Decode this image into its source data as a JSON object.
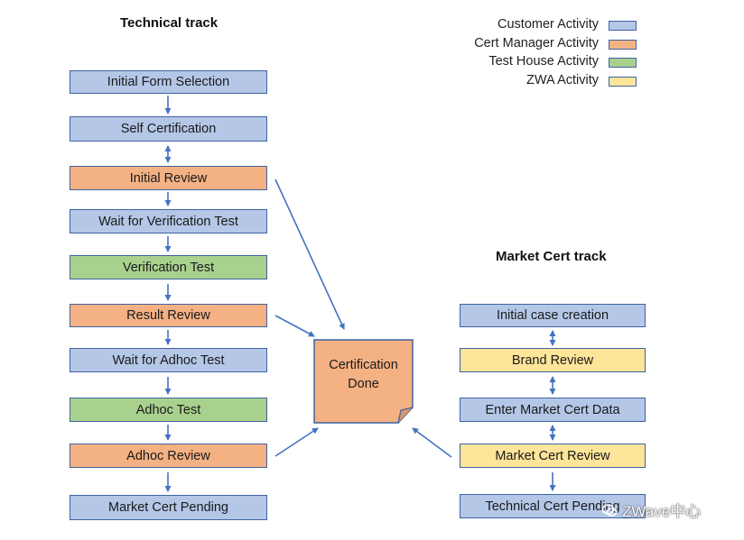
{
  "technical_track": {
    "title": "Technical track",
    "steps": [
      {
        "label": "Initial Form Selection",
        "activity": "customer"
      },
      {
        "label": "Self Certification",
        "activity": "customer"
      },
      {
        "label": "Initial Review",
        "activity": "cert"
      },
      {
        "label": "Wait for Verification Test",
        "activity": "customer"
      },
      {
        "label": "Verification Test",
        "activity": "test"
      },
      {
        "label": "Result Review",
        "activity": "cert"
      },
      {
        "label": "Wait for Adhoc Test",
        "activity": "customer"
      },
      {
        "label": "Adhoc Test",
        "activity": "test"
      },
      {
        "label": "Adhoc Review",
        "activity": "cert"
      },
      {
        "label": "Market Cert Pending",
        "activity": "customer"
      }
    ]
  },
  "market_track": {
    "title": "Market Cert track",
    "steps": [
      {
        "label": "Initial case creation",
        "activity": "customer"
      },
      {
        "label": "Brand Review",
        "activity": "zwa"
      },
      {
        "label": "Enter Market Cert Data",
        "activity": "customer"
      },
      {
        "label": "Market Cert Review",
        "activity": "zwa"
      },
      {
        "label": "Technical Cert Pending",
        "activity": "customer"
      }
    ]
  },
  "legend": [
    {
      "label": "Customer Activity",
      "color": "#b4c7e7"
    },
    {
      "label": "Cert Manager Activity",
      "color": "#f4b183"
    },
    {
      "label": "Test House Activity",
      "color": "#a9d18e"
    },
    {
      "label": "ZWA Activity",
      "color": "#fee599"
    }
  ],
  "done": {
    "line1": "Certification",
    "line2": "Done",
    "color": "#f4b183"
  },
  "watermark": {
    "text": "ZWave中心"
  },
  "colors": {
    "border": "#3f63a0",
    "arrow": "#4472c4"
  }
}
